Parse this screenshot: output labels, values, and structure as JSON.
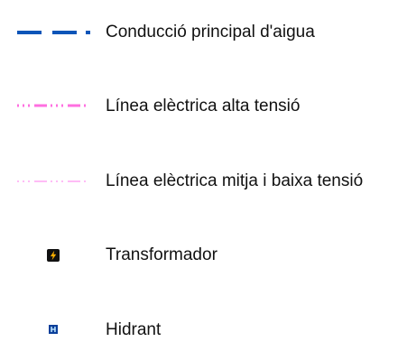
{
  "legend": {
    "items": [
      {
        "label": "Conducció principal d'aigua",
        "symbol": "water-main-dashed-line",
        "color": "#0b55b8"
      },
      {
        "label": "Línea elèctrica alta tensió",
        "symbol": "high-voltage-dash-dot-line",
        "color": "#ff6fe0"
      },
      {
        "label": "Línea elèctrica mitja i baixa tensió",
        "symbol": "low-voltage-dash-dot-line",
        "color": "#ff8ff0"
      },
      {
        "label": "Transformador",
        "symbol": "transformer-icon",
        "color": "#111111",
        "accent": "#ffb000"
      },
      {
        "label": "Hidrant",
        "symbol": "hydrant-icon",
        "color": "#0a3f9a"
      }
    ]
  }
}
